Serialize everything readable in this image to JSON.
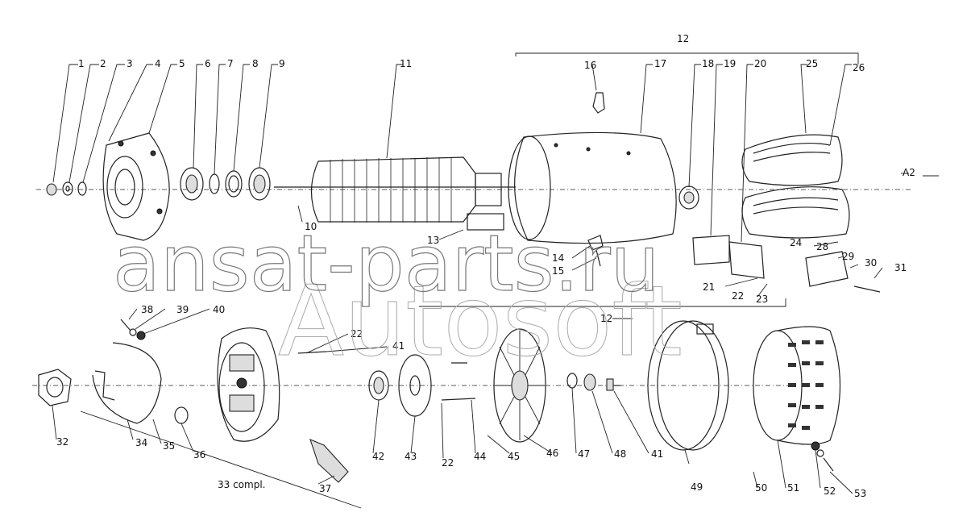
{
  "diagram": {
    "callouts": [
      "1",
      "2",
      "3",
      "4",
      "5",
      "6",
      "7",
      "8",
      "9",
      "10",
      "11",
      "12",
      "13",
      "14",
      "15",
      "16",
      "17",
      "18",
      "19",
      "20",
      "21",
      "22",
      "23",
      "24",
      "25",
      "26",
      "28",
      "29",
      "30",
      "31",
      "32",
      "33 compl.",
      "34",
      "35",
      "36",
      "37",
      "38",
      "39",
      "40",
      "41",
      "42",
      "43",
      "44",
      "45",
      "46",
      "47",
      "48",
      "49",
      "50",
      "51",
      "52",
      "53",
      "A2"
    ],
    "watermark": {
      "primary": "ansat-parts.ru",
      "secondary": "Autosoft"
    }
  }
}
